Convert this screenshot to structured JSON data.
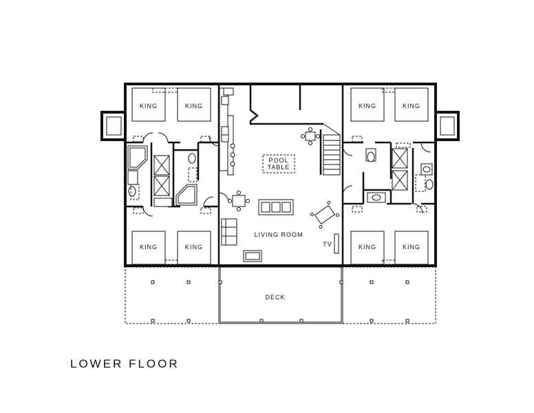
{
  "floor_title": "LOWER FLOOR",
  "rooms": {
    "bed_top_left": {
      "bed1": "KING",
      "bed2": "KING"
    },
    "bed_top_right": {
      "bed1": "KING",
      "bed2": "KING"
    },
    "bed_bottom_left": {
      "bed1": "KING",
      "bed2": "KING"
    },
    "bed_bottom_right": {
      "bed1": "KING",
      "bed2": "KING"
    },
    "pool_table": {
      "line1": "POOL",
      "line2": "TABLE"
    },
    "living_room": "LIVING ROOM",
    "tv": "TV",
    "deck": "DECK"
  }
}
